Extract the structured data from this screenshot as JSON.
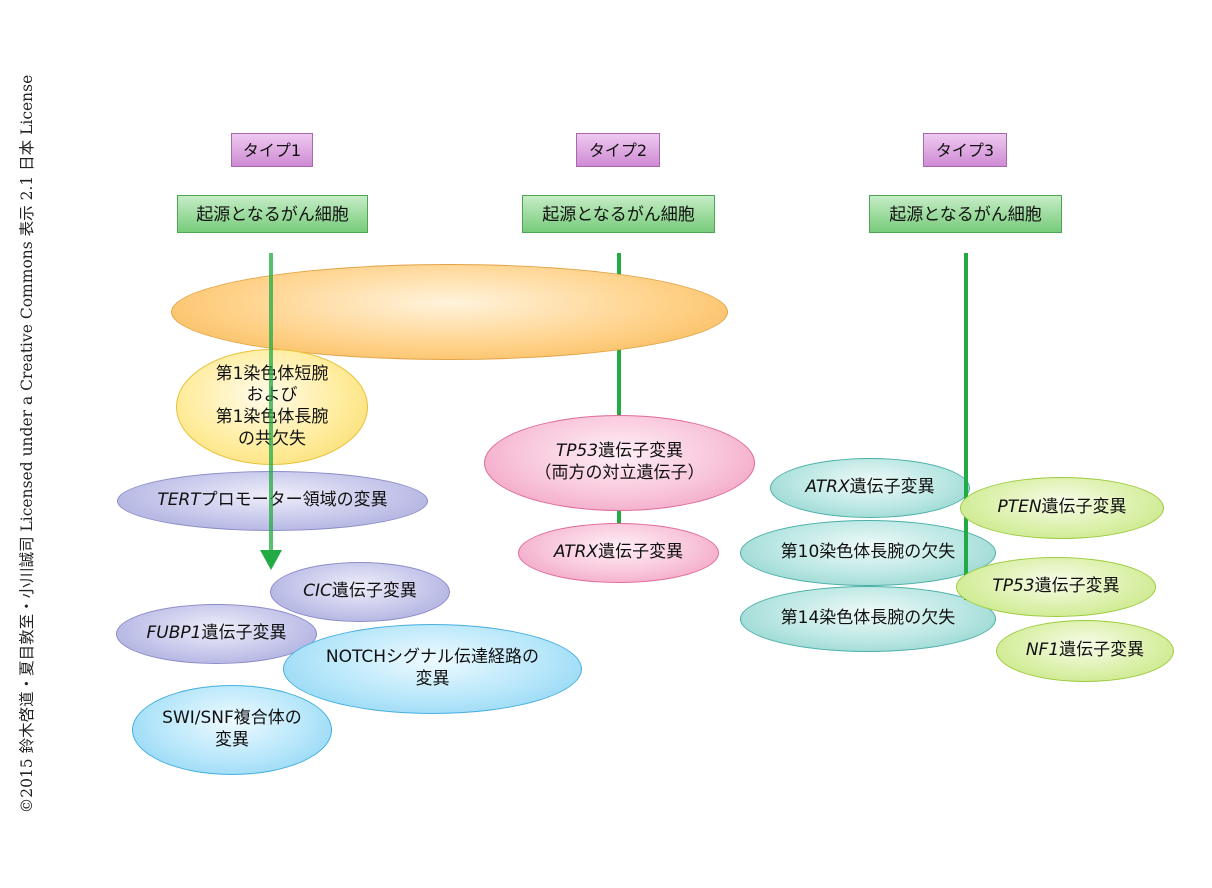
{
  "copyright": "©2015 鈴木啓道・夏目敦至・小川誠司 Licensed under a Creative Commons 表示 2.1 日本 License",
  "types": [
    "タイプ1",
    "タイプ2",
    "タイプ3"
  ],
  "origin_label": "起源となるがん細胞",
  "type1": {
    "codeletion": [
      "第1染色体短腕",
      "および",
      "第1染色体長腕",
      "の共欠失"
    ],
    "tert_gene": "TERT",
    "tert_rest": "プロモーター領域の変異",
    "cic_gene": "CIC",
    "fubp1_gene": "FUBP1",
    "gene_mutation_suffix": "遺伝子変異",
    "notch": [
      "NOTCHシグナル伝達経路の",
      "変異"
    ],
    "swisnf": [
      "SWI/SNF複合体の",
      "変異"
    ]
  },
  "type2": {
    "tp53_gene": "TP53",
    "tp53_suffix": "遺伝子変異",
    "tp53_line2": "（両方の対立遺伝子）",
    "atrx_gene": "ATRX",
    "atrx_suffix": "遺伝子変異"
  },
  "type3": {
    "atrx_gene": "ATRX",
    "atrx_suffix": "遺伝子変異",
    "chr10": "第10染色体長腕の欠失",
    "chr14": "第14染色体長腕の欠失",
    "pten_gene": "PTEN",
    "pten_suffix": "遺伝子変異",
    "tp53_gene": "TP53",
    "tp53_suffix": "遺伝子変異",
    "nf1_gene": "NF1",
    "nf1_suffix": "遺伝子変異"
  },
  "colors": {
    "line": "#22aa44",
    "type_label": "#d49ad8",
    "origin_label": "#7fd07f"
  }
}
